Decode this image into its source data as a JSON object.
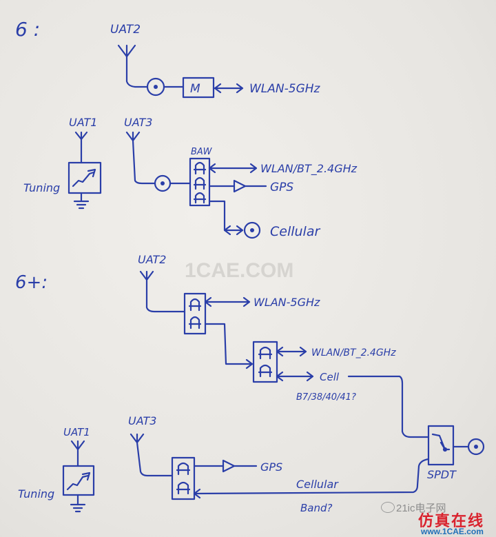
{
  "section_6": {
    "label": "6 :",
    "antennas": {
      "uat2": "UAT2",
      "uat1": "UAT1",
      "uat3": "UAT3"
    },
    "mux_label": "M",
    "wlan_5g": "WLAN-5GHz",
    "baw_label": "BAW",
    "wlan_bt": "WLAN/BT_2.4GHz",
    "gps": "GPS",
    "cellular": "Cellular",
    "tuning": "Tuning"
  },
  "section_6plus": {
    "label": "6+:",
    "antennas": {
      "uat2": "UAT2",
      "uat1": "UAT1",
      "uat3": "UAT3"
    },
    "wlan_5g": "WLAN-5GHz",
    "wlan_bt": "WLAN/BT_2.4GHz",
    "cell": "Cell",
    "bands": "B7/38/40/41?",
    "gps": "GPS",
    "cellular": "Cellular",
    "band_q": "Band?",
    "switch": "SPDT",
    "tuning": "Tuning"
  },
  "watermark": "1CAE.COM",
  "footer": {
    "site": "21ic电子网",
    "brand_cn": "仿真在线",
    "brand_url": "www.1CAE.com"
  },
  "colors": {
    "ink": "#2a3ea8",
    "paper": "#e9e7e3",
    "brand_red": "#d9232e"
  }
}
